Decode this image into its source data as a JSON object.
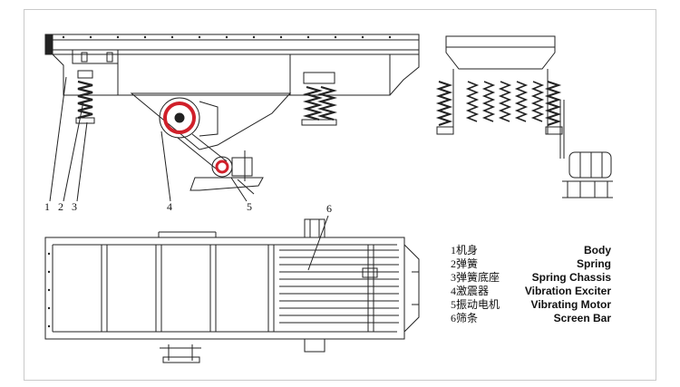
{
  "callouts": {
    "n1": "1",
    "n2": "2",
    "n3": "3",
    "n4": "4",
    "n5": "5",
    "n6": "6"
  },
  "legend": [
    {
      "cn": "1机身",
      "en": "Body"
    },
    {
      "cn": "2弹簧",
      "en": "Spring"
    },
    {
      "cn": "3弹簧底座",
      "en": "Spring Chassis"
    },
    {
      "cn": "4激震器",
      "en": "Vibration Exciter"
    },
    {
      "cn": "5振动电机",
      "en": "Vibrating Motor"
    },
    {
      "cn": "6筛条",
      "en": "Screen Bar"
    }
  ],
  "colors": {
    "line": "#222222",
    "exciter_red": "#d0202a",
    "frame_border": "#c9c9c9"
  }
}
